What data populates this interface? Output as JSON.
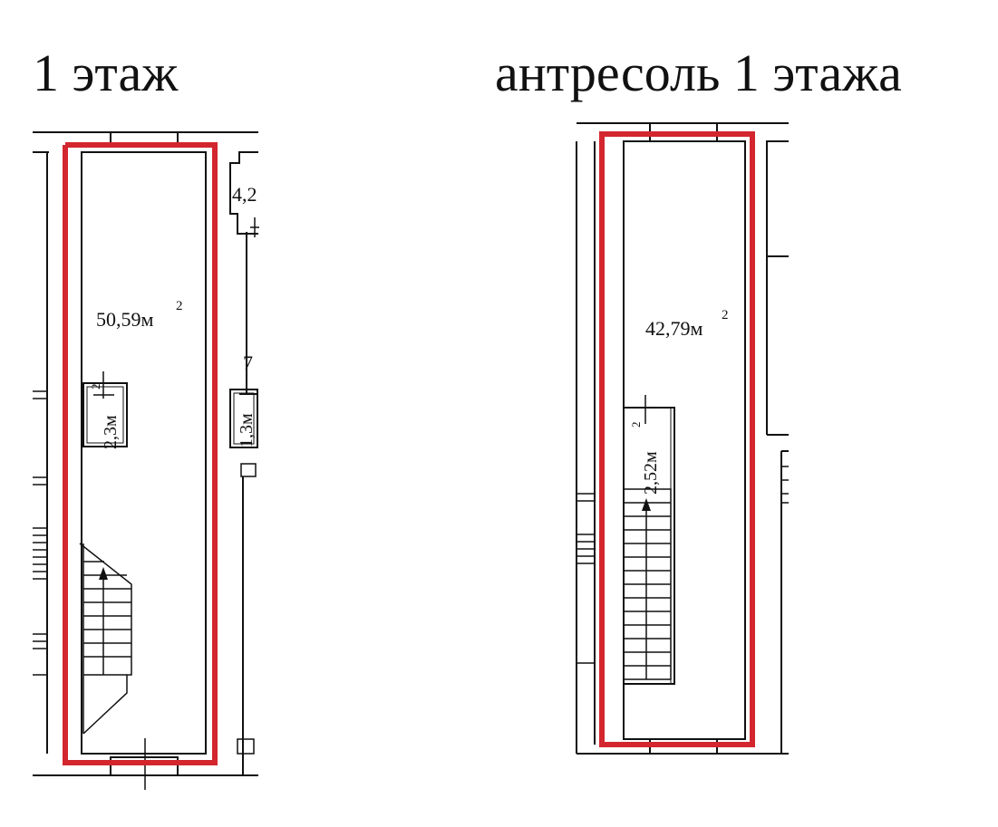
{
  "floors": [
    {
      "title": "1 этаж",
      "main_area": "50,59м",
      "small_area": "2,3м",
      "side_area_top": "4,2",
      "side_number": "7",
      "side_area_mid": "1,3м",
      "unit_exp": "2"
    },
    {
      "title": "антресоль 1 этажа",
      "main_area": "42,79м",
      "stair_area": "2,52м",
      "unit_exp": "2"
    }
  ],
  "colors": {
    "outline": "#d3262e",
    "walls": "#111111"
  }
}
